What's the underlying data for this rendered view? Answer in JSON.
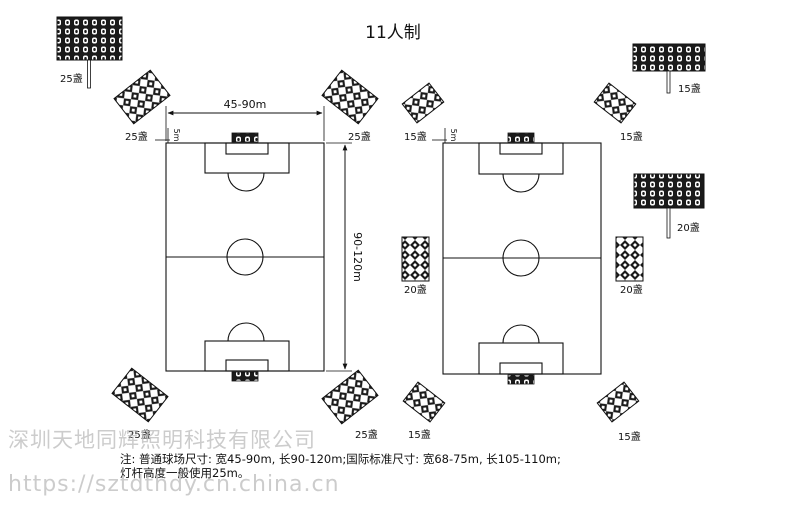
{
  "title": "11人制",
  "left_field": {
    "width_label": "45-90m",
    "length_label": "90-120m",
    "margin_label": "5m",
    "lights": {
      "top_panel": "25盏",
      "top_left": "25盏",
      "top_right": "25盏",
      "bottom_left": "25盏",
      "bottom_right": "25盏"
    }
  },
  "right_field": {
    "margin_label": "5m",
    "lights": {
      "top_panel": "15盏",
      "top_left": "15盏",
      "top_right": "15盏",
      "middle_panel": "20盏",
      "middle_left": "20盏",
      "middle_right": "20盏",
      "bottom_left": "15盏",
      "bottom_right": "15盏"
    }
  },
  "note_line1": "注: 普通球场尺寸: 宽45-90m, 长90-120m;国际标准尺寸: 宽68-75m, 长105-110m;",
  "note_line2": "灯杆高度一般使用25m。",
  "watermark": {
    "company": "深圳天地同辉照明科技有限公司",
    "url": "https://sztdthdy.cn.china.cn"
  }
}
